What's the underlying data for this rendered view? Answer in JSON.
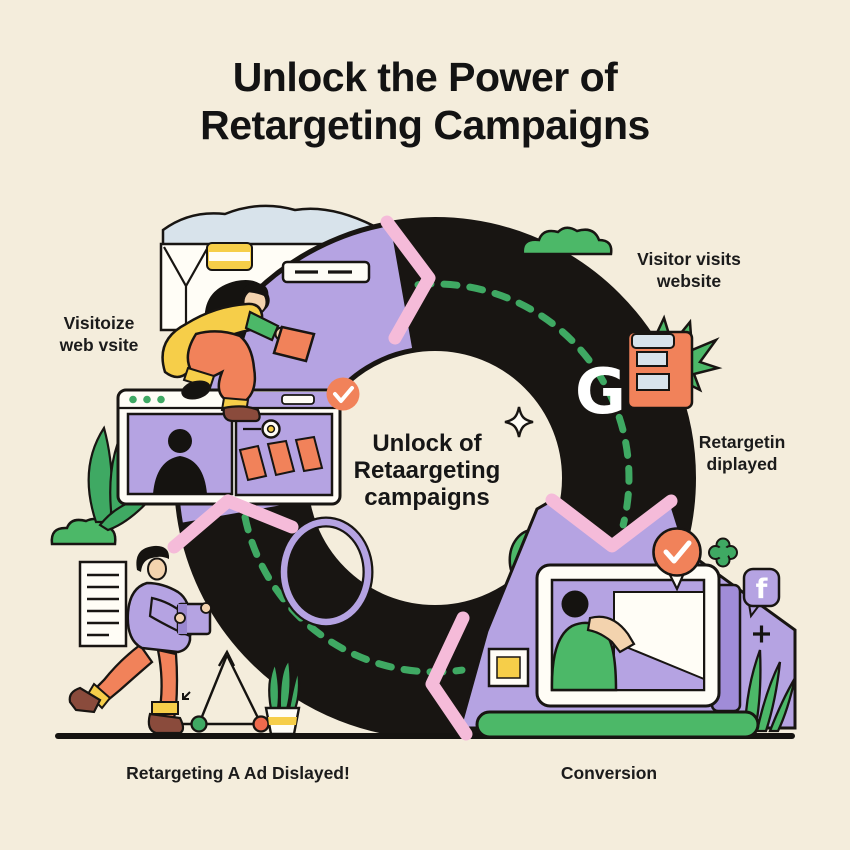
{
  "title": {
    "line1": "Unlock the Power of",
    "line2": "Retargeting Campaigns"
  },
  "center_label": {
    "line1": "Unlock of",
    "line2": "Retaargeting",
    "line3": "campaigns"
  },
  "stage_labels": {
    "visit_left": {
      "line1": "Visitoize",
      "line2": "web vsite"
    },
    "visit_right": {
      "line1": "Visitor visits",
      "line2": "website"
    },
    "retarget_right": {
      "line1": "Retargetin",
      "line2": "diplayed"
    },
    "ad_displayed": "Retargeting A Ad Dislayed!",
    "conversion": "Conversion"
  },
  "icons": {
    "logo_glyph": "G",
    "facebook_glyph": "f"
  },
  "colors": {
    "background": "#F4EDDC",
    "ring_black": "#181512",
    "ring_purple": "#B5A3E2",
    "chevron_pink": "#F5BBD9",
    "dash_green": "#3FA963",
    "plant_green": "#4CB868",
    "accent_orange": "#F1825A",
    "accent_yellow": "#F6CE49",
    "cloud_blue": "#D8E3EB",
    "shoe_brown": "#8A4B3C",
    "skin": "#F3D3AE"
  }
}
